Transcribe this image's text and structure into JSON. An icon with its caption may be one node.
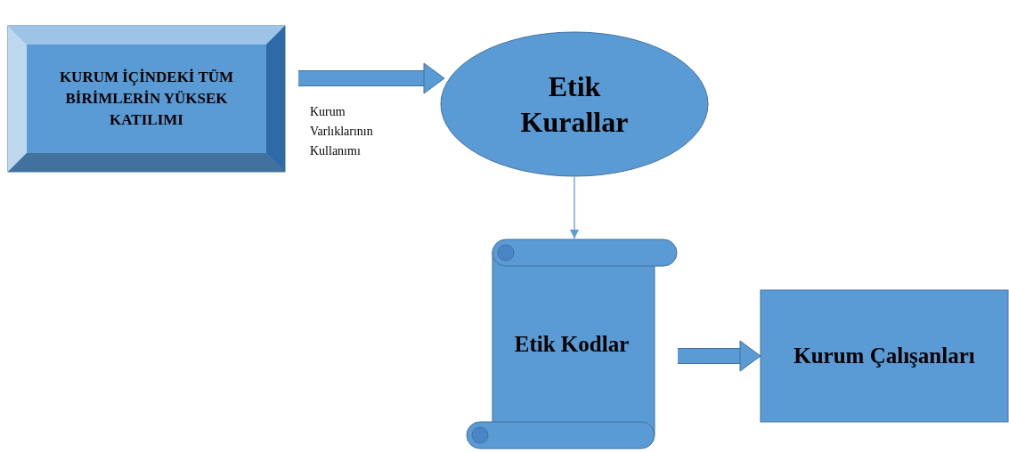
{
  "diagram": {
    "nodes": [
      {
        "text": [
          "KURUM İÇİNDEKİ TÜM BİRİMLERİN YÜKSEK KATILIMI"
        ]
      },
      {
        "text": [
          "Etik Kurallar"
        ]
      },
      {
        "text": [
          "Etik Kodlar"
        ]
      },
      {
        "text": [
          "Kurum Çalışanları"
        ]
      }
    ],
    "edges": [
      {
        "from": 0,
        "to": 1,
        "arrow": "to",
        "label": "Kurum Varlıklarının Kullanımı"
      },
      {
        "from": 1,
        "to": 2,
        "arrow": "to"
      },
      {
        "from": 2,
        "to": 3,
        "arrow": "to"
      }
    ]
  }
}
